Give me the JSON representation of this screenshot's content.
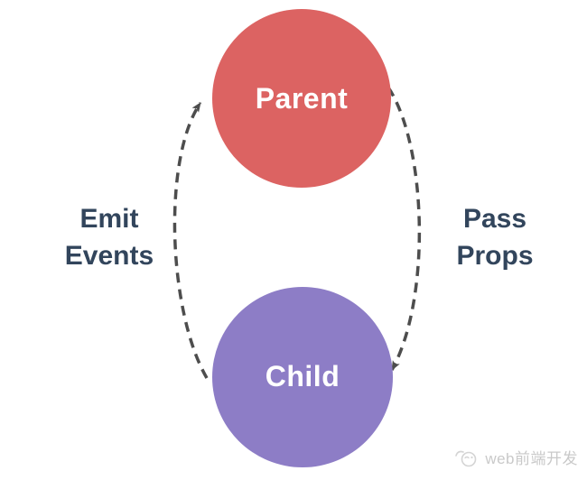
{
  "diagram": {
    "title_semantic": "parent-child component communication",
    "nodes": {
      "parent": {
        "label": "Parent",
        "color": "#dc6362",
        "text_color": "#ffffff"
      },
      "child": {
        "label": "Child",
        "color": "#8d7dc6",
        "text_color": "#ffffff"
      }
    },
    "edges": {
      "pass_props": {
        "from": "Parent",
        "to": "Child",
        "lines": [
          "Pass",
          "Props"
        ]
      },
      "emit_events": {
        "from": "Child",
        "to": "Parent",
        "lines": [
          "Emit",
          "Events"
        ]
      }
    },
    "edge_label_color": "#32455c",
    "arrow_color": "#4d4d4d"
  },
  "watermark": {
    "icon": "hand-logo-icon",
    "text": "web前端开发",
    "color": "#c9c9c9"
  }
}
